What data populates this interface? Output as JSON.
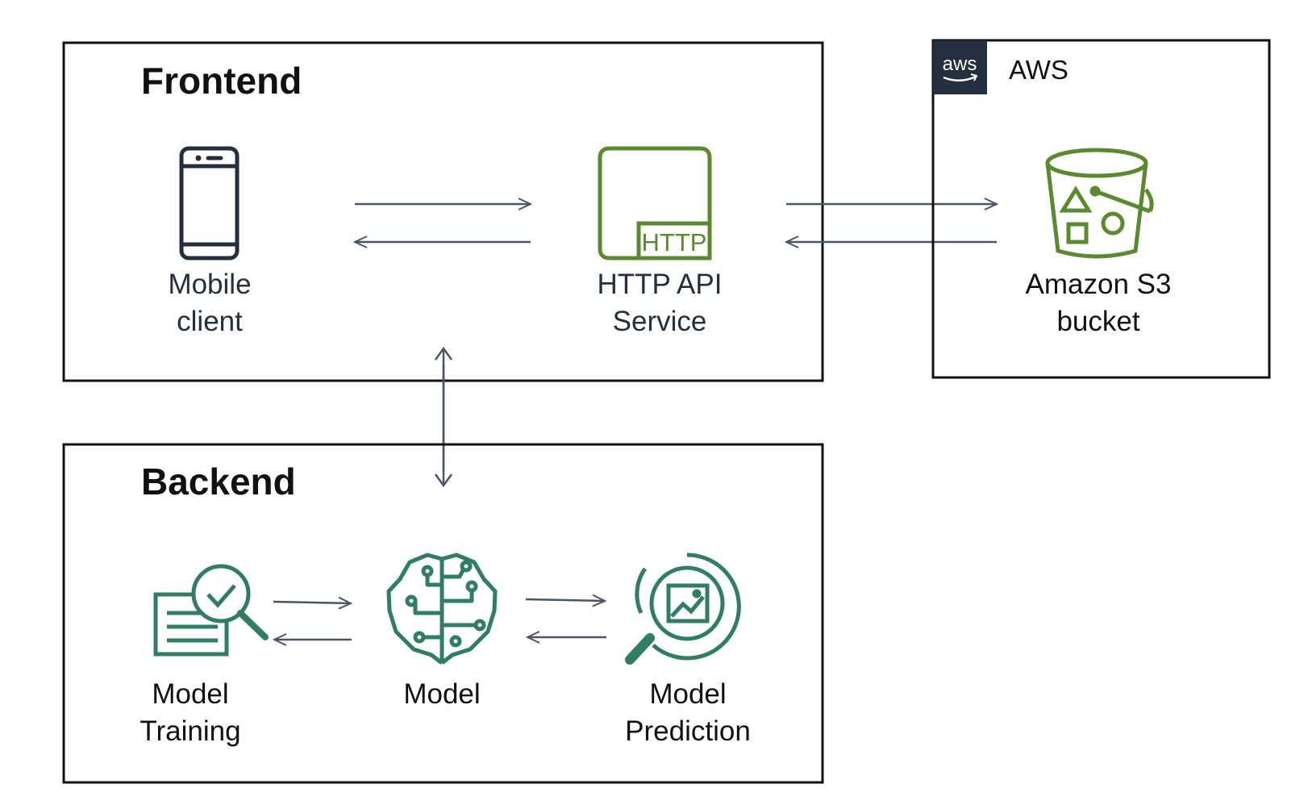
{
  "frontend": {
    "title": "Frontend",
    "mobile": {
      "line1": "Mobile",
      "line2": "client"
    },
    "http": {
      "badge": "HTTP",
      "line1": "HTTP API",
      "line2": "Service"
    }
  },
  "aws": {
    "title": "AWS",
    "logo_text": "aws",
    "s3": {
      "line1": "Amazon S3",
      "line2": "bucket"
    }
  },
  "backend": {
    "title": "Backend",
    "training": {
      "line1": "Model",
      "line2": "Training"
    },
    "model": {
      "line1": "Model"
    },
    "prediction": {
      "line1": "Model",
      "line2": "Prediction"
    }
  },
  "colors": {
    "border": "#111111",
    "arrow": "#4a5568",
    "navy": "#232f3e",
    "green": "#5a8a2e",
    "teal": "#2e7d64",
    "label": "#232f3e"
  }
}
